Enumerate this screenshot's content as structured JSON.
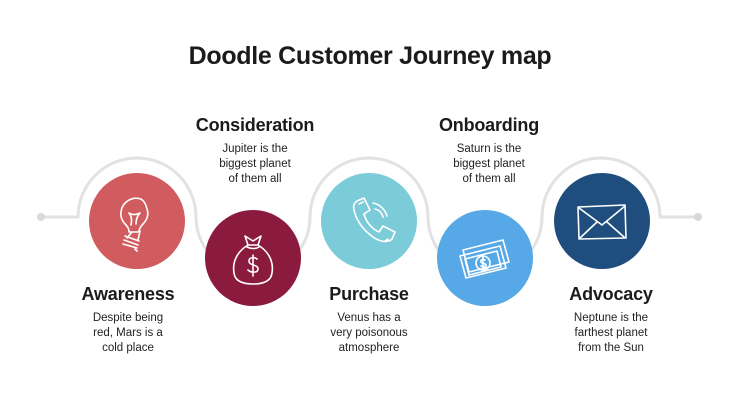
{
  "title": "Doodle Customer Journey map",
  "colors": {
    "awareness": "#d05c5f",
    "consideration": "#8a1b3f",
    "purchase": "#7ccbd9",
    "onboarding": "#56a8e6",
    "advocacy": "#1f4e7e",
    "track": "#e2e2e2"
  },
  "stages": [
    {
      "title": "Awareness",
      "text": [
        "Despite being",
        "red, Mars is a",
        "cold place"
      ],
      "icon": "light-bulb-icon"
    },
    {
      "title": "Consideration",
      "text": [
        "Jupiter is the",
        "biggest planet",
        "of them all"
      ],
      "icon": "money-bag-icon"
    },
    {
      "title": "Purchase",
      "text": [
        "Venus has a",
        "very poisonous",
        "atmosphere"
      ],
      "icon": "phone-icon"
    },
    {
      "title": "Onboarding",
      "text": [
        "Saturn is the",
        "biggest planet",
        "of them all"
      ],
      "icon": "banknotes-icon"
    },
    {
      "title": "Advocacy",
      "text": [
        "Neptune is the",
        "farthest planet",
        "from the Sun"
      ],
      "icon": "envelope-icon"
    }
  ]
}
